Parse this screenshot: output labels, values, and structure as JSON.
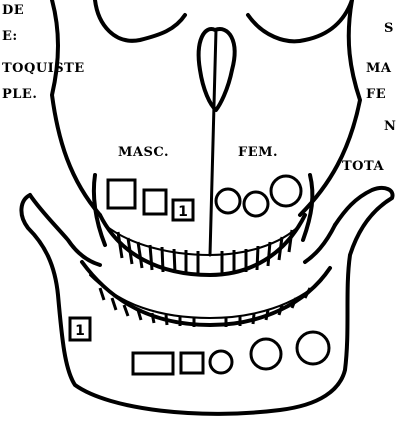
{
  "labels": {
    "top_left_line1": "DE",
    "top_left_line2": "E:",
    "top_left_line3": "TOQUISTE",
    "top_left_line4": "PLE.",
    "top_right_line1": "S",
    "top_right_line2": "MA",
    "top_right_line3": "FE",
    "top_right_line4": "N",
    "top_right_line5": "TOTA",
    "masc": "MASC.",
    "fem": "FEM."
  },
  "counts": {
    "upper_box_count": "1",
    "lower_left_count": "1"
  },
  "colors": {
    "ink": "#000000",
    "paper": "#ffffff"
  }
}
